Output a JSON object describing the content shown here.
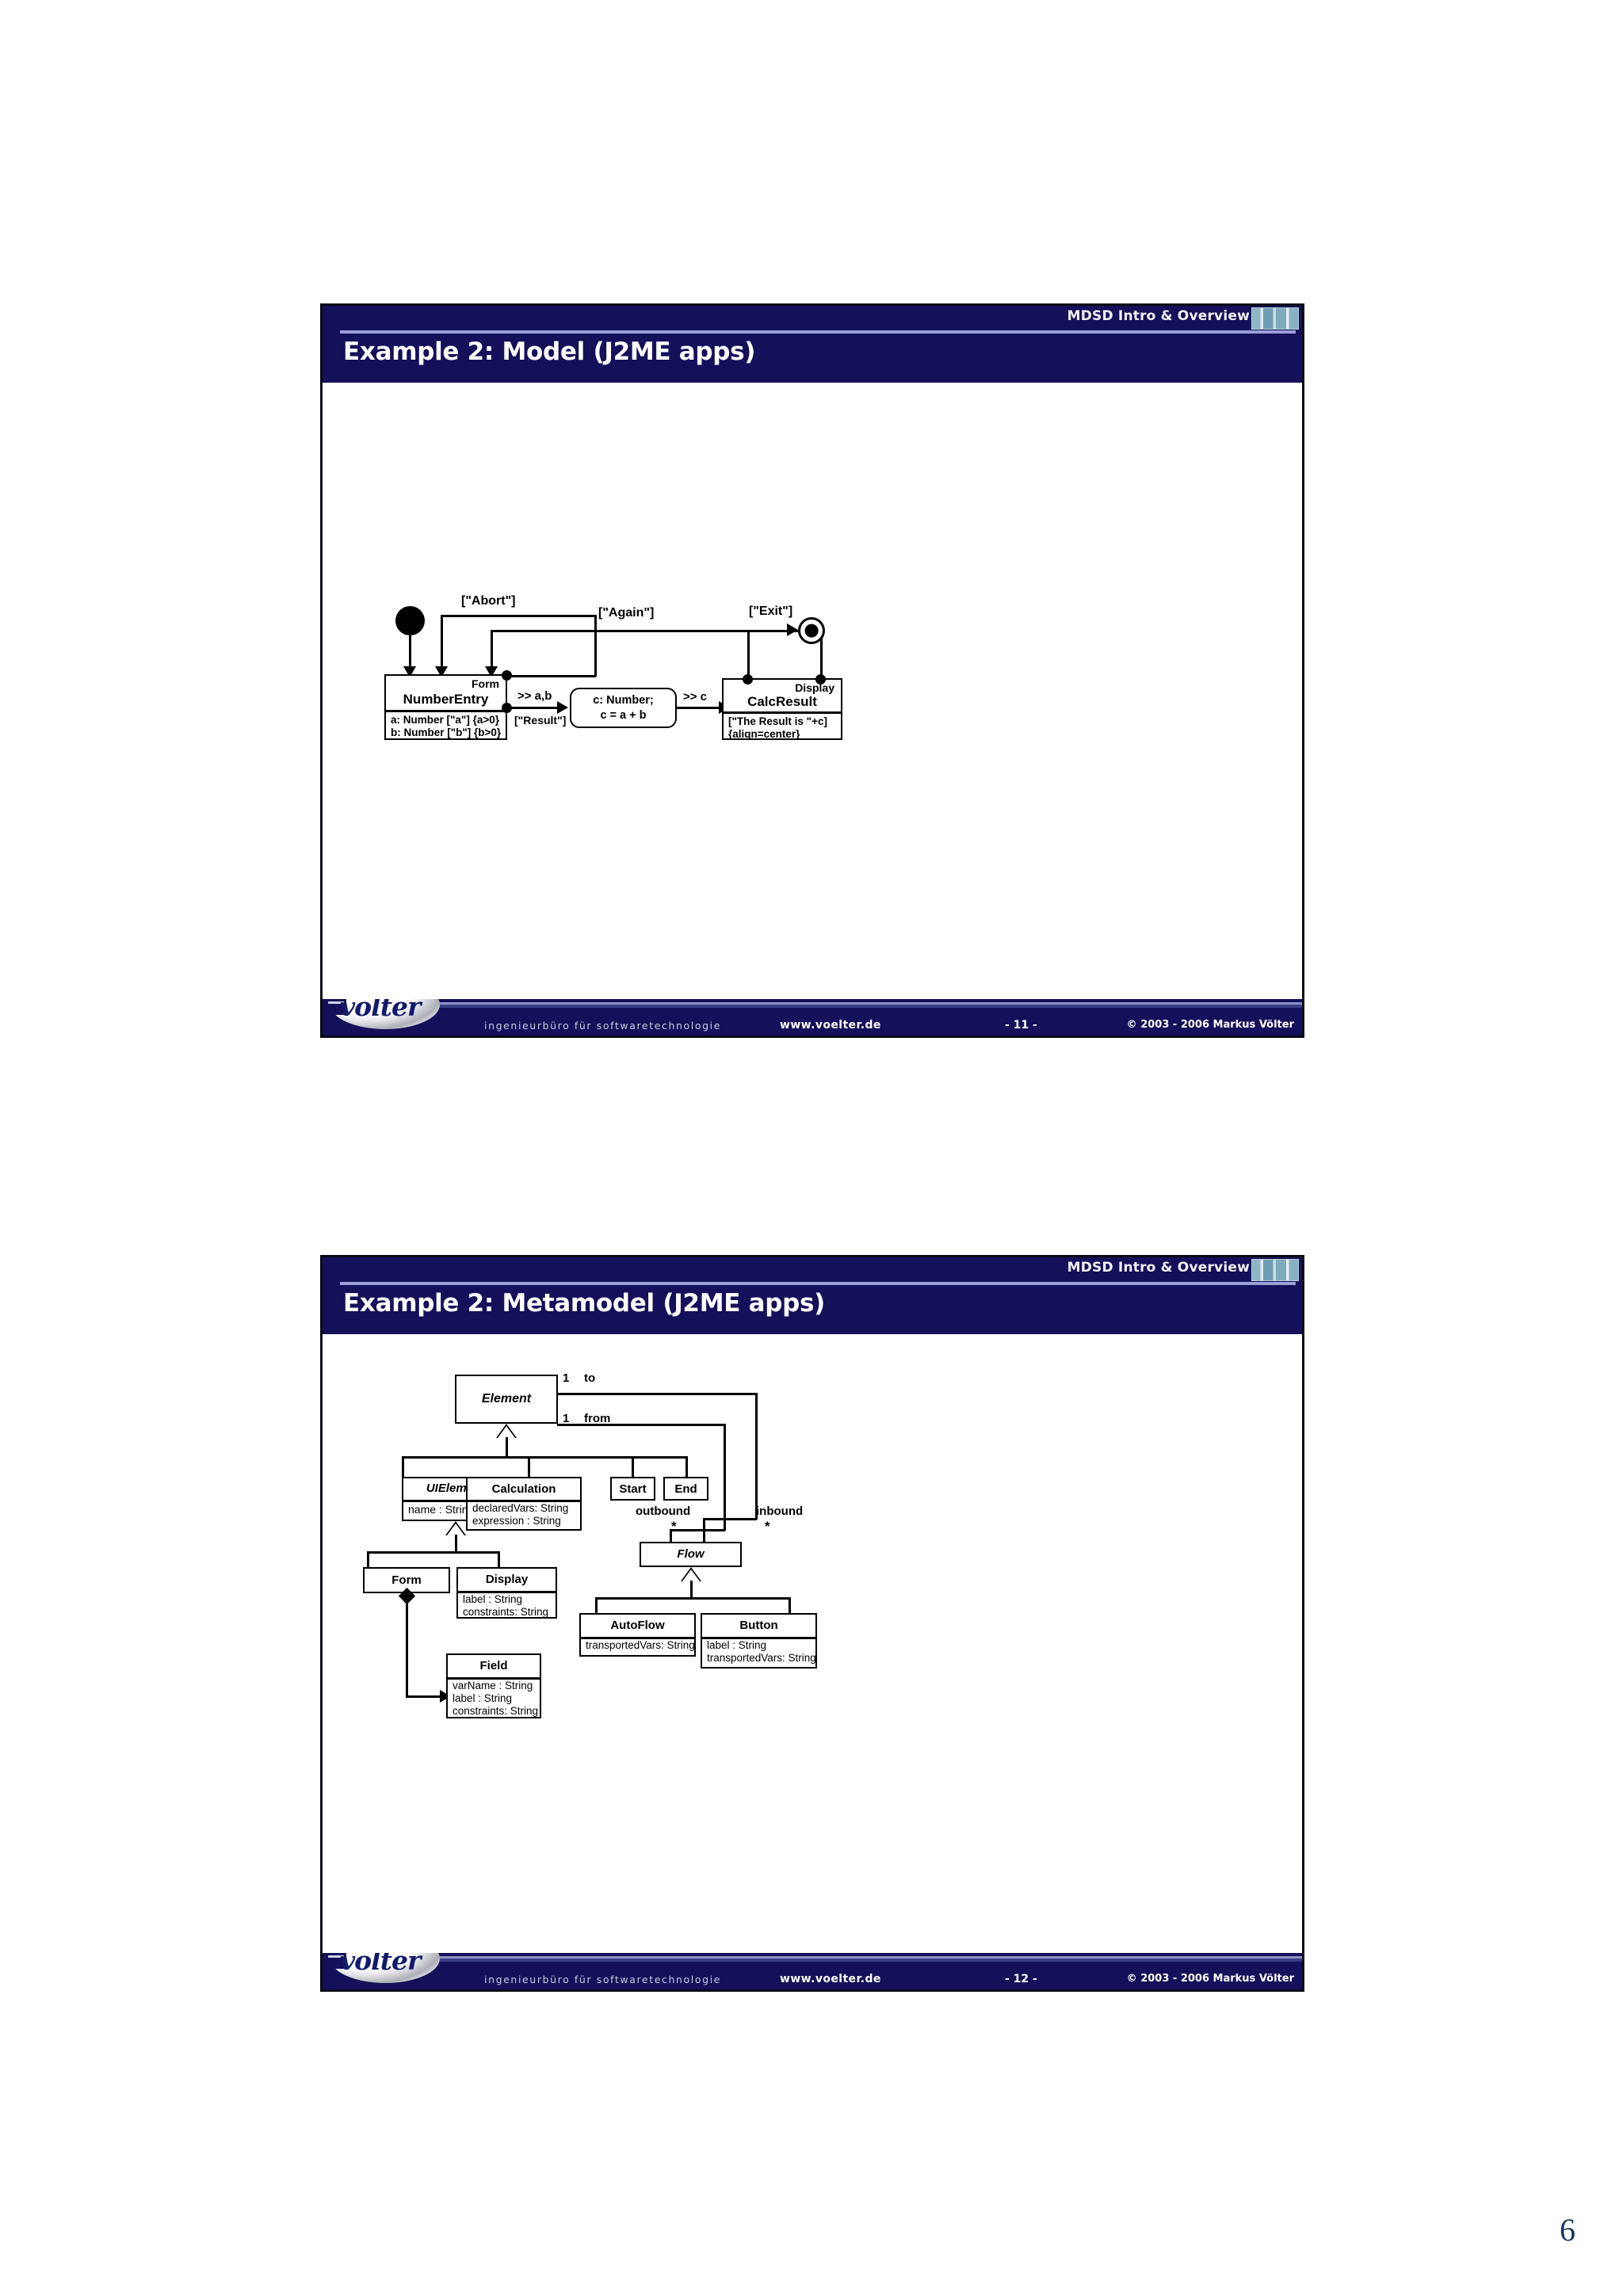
{
  "document": {
    "page_number": "6"
  },
  "slides": [
    {
      "kicker": "MDSD Intro & Overview",
      "title": "Example 2: Model (J2ME apps)",
      "footer": {
        "tagline": "ingenieurbüro für softwaretechnologie",
        "url": "www.voelter.de",
        "page": "- 11 -",
        "copyright": "© 2003 - 2006  Markus Völter",
        "logo_word": "völter"
      },
      "diagram": {
        "type": "uml-activity-statechart",
        "states": [
          {
            "name": "NumberEntry",
            "stereotype": "Form",
            "attributes": [
              "a: Number [\"a\"] {a>0}",
              "b: Number [\"b\"] {b>0}"
            ]
          },
          {
            "name": "",
            "stereotype": "",
            "attributes": [
              "c: Number;",
              "c = a + b"
            ]
          },
          {
            "name": "CalcResult",
            "stereotype": "Display",
            "attributes": [
              "[\"The Result is \"+c]",
              "{align=center}"
            ]
          }
        ],
        "transitions": [
          {
            "label": "[\"Abort\"]"
          },
          {
            "label": "[\"Again\"]"
          },
          {
            "label": "[\"Exit\"]"
          },
          {
            "label": ">> a,b"
          },
          {
            "label": "[\"Result\"]"
          },
          {
            "label": ">> c"
          }
        ]
      }
    },
    {
      "kicker": "MDSD Intro & Overview",
      "title": "Example 2: Metamodel (J2ME apps)",
      "footer": {
        "tagline": "ingenieurbüro für softwaretechnologie",
        "url": "www.voelter.de",
        "page": "- 12 -",
        "copyright": "© 2003 - 2006  Markus Völter",
        "logo_word": "völter"
      },
      "diagram": {
        "type": "uml-class-diagram",
        "classes": [
          {
            "name": "Element",
            "abstract": true,
            "attributes": []
          },
          {
            "name": "UIElement",
            "abstract": true,
            "attributes": [
              "name : String"
            ]
          },
          {
            "name": "Calculation",
            "abstract": false,
            "attributes": [
              "declaredVars: String",
              "expression : String"
            ]
          },
          {
            "name": "Start",
            "abstract": false,
            "attributes": []
          },
          {
            "name": "End",
            "abstract": false,
            "attributes": []
          },
          {
            "name": "Form",
            "abstract": false,
            "attributes": []
          },
          {
            "name": "Display",
            "abstract": false,
            "attributes": [
              "label : String",
              "constraints: String"
            ]
          },
          {
            "name": "Field",
            "abstract": false,
            "attributes": [
              "varName : String",
              "label : String",
              "constraints: String"
            ]
          },
          {
            "name": "Flow",
            "abstract": true,
            "attributes": []
          },
          {
            "name": "AutoFlow",
            "abstract": false,
            "attributes": [
              "transportedVars: String"
            ]
          },
          {
            "name": "Button",
            "abstract": false,
            "attributes": [
              "label : String",
              "transportedVars: String"
            ]
          }
        ],
        "association_labels": [
          {
            "role": "to",
            "multiplicity": "1"
          },
          {
            "role": "from",
            "multiplicity": "1"
          },
          {
            "role": "outbound",
            "multiplicity": "*"
          },
          {
            "role": "inbound",
            "multiplicity": "*"
          }
        ]
      }
    }
  ]
}
